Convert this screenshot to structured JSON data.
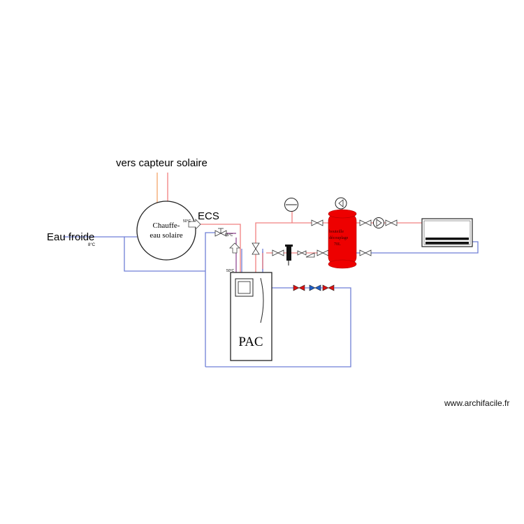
{
  "labels": {
    "solar": "vers capteur solaire",
    "ecs": "ECS",
    "cold_water": "Eau froide",
    "cold_temp": "8°C",
    "heater_line1": "Chauffe-",
    "heater_line2": "eau solaire",
    "pac": "PAC",
    "tank_line1": "bouteille",
    "tank_line2": "découplage",
    "tank_line3": "70L",
    "temp_heater_out": "50°C",
    "temp_mixer": "55°C",
    "temp_pac_in": "50°C"
  },
  "watermark": "www.archifacile.fr",
  "colors": {
    "hot": "#f08080",
    "cold": "#6f7fd6",
    "tank": "#ee0000",
    "valve_red": "#dd1111",
    "valve_blue": "#1f5fc8",
    "orange": "#f4a46a",
    "purple": "#8a3c8a"
  }
}
